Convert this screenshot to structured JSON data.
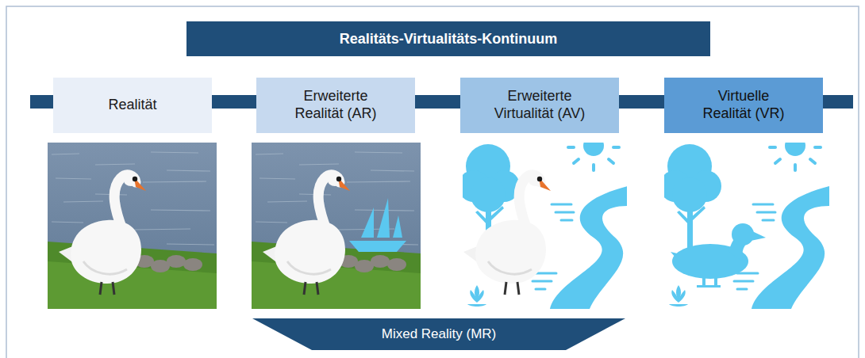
{
  "diagram": {
    "title": "Realitäts-Virtualitäts-Kontinuum",
    "nodes": [
      {
        "text": [
          "Realität"
        ]
      },
      {
        "text": [
          "Erweiterte Realität (AR)"
        ]
      },
      {
        "text": [
          "Erweiterte Virtualität (AV)"
        ]
      },
      {
        "text": [
          "Virtuelle Realität (VR)"
        ]
      },
      {
        "text": [
          "Mixed Reality (MR)"
        ]
      }
    ]
  }
}
